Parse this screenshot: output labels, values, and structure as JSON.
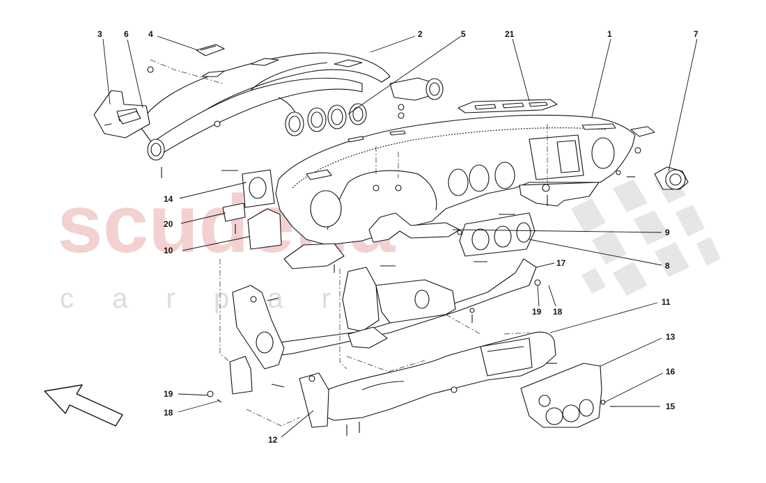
{
  "watermark": {
    "brand": "scuderia",
    "sub": "c a r p a r t s",
    "brand_color": "#f1c9c9",
    "sub_color": "#d9d9d9",
    "flag_color": "#e4e4e4"
  },
  "callouts": {
    "c1": "1",
    "c2": "2",
    "c3": "3",
    "c4": "4",
    "c5": "5",
    "c6": "6",
    "c7": "7",
    "c8": "8",
    "c9": "9",
    "c10": "10",
    "c11": "11",
    "c12": "12",
    "c13": "13",
    "c14": "14",
    "c15": "15",
    "c16": "16",
    "c17": "17",
    "c18a": "18",
    "c18b": "18",
    "c19a": "19",
    "c19b": "19",
    "c20": "20",
    "c21": "21"
  },
  "icons": {
    "direction": "front-direction-arrow-icon"
  },
  "colors": {
    "line": "#111111",
    "part_fill": "#ffffff"
  }
}
